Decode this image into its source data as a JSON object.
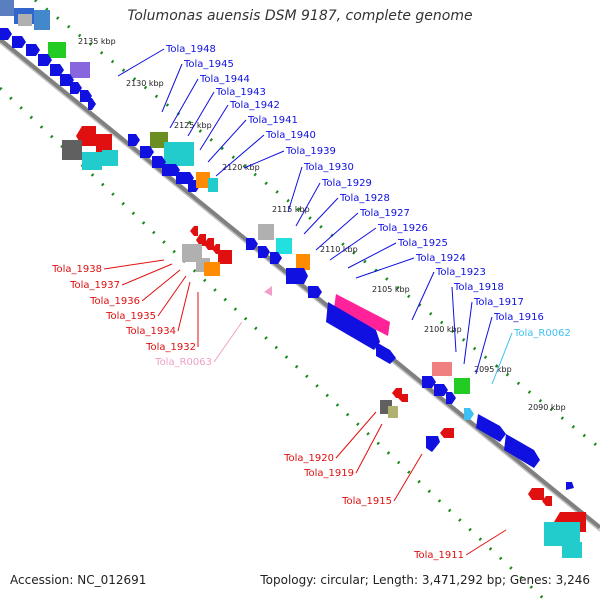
{
  "title": "Tolumonas auensis DSM 9187, complete genome",
  "footer": {
    "accession": "Accession: NC_012691",
    "summary": "Topology: circular; Length: 3,471,292 bp; Genes: 3,246"
  },
  "colors": {
    "forward": "#1010e0",
    "reverse": "#e01010",
    "rna_fwd": "#40c0f0",
    "rna_rev": "#f0a0c8",
    "axis": "#808080",
    "dots": "#1a8a1a"
  },
  "ticks": [
    "2135 kbp",
    "2130 kbp",
    "2125 kbp",
    "2120 kbp",
    "2115 kbp",
    "2110 kbp",
    "2105 kbp",
    "2100 kbp",
    "2095 kbp",
    "2090 kbp"
  ],
  "labels": {
    "forward": [
      "Tola_1948",
      "Tola_1945",
      "Tola_1944",
      "Tola_1943",
      "Tola_1942",
      "Tola_1941",
      "Tola_1940",
      "Tola_1939",
      "Tola_1930",
      "Tola_1929",
      "Tola_1928",
      "Tola_1927",
      "Tola_1926",
      "Tola_1925",
      "Tola_1924",
      "Tola_1923",
      "Tola_1918",
      "Tola_1917",
      "Tola_1916"
    ],
    "forward_rna": [
      "Tola_R0062"
    ],
    "reverse": [
      "Tola_1938",
      "Tola_1937",
      "Tola_1936",
      "Tola_1935",
      "Tola_1934",
      "Tola_1932",
      "Tola_1920",
      "Tola_1919",
      "Tola_1915",
      "Tola_1911"
    ],
    "reverse_rna": [
      "Tola_R0063"
    ]
  }
}
